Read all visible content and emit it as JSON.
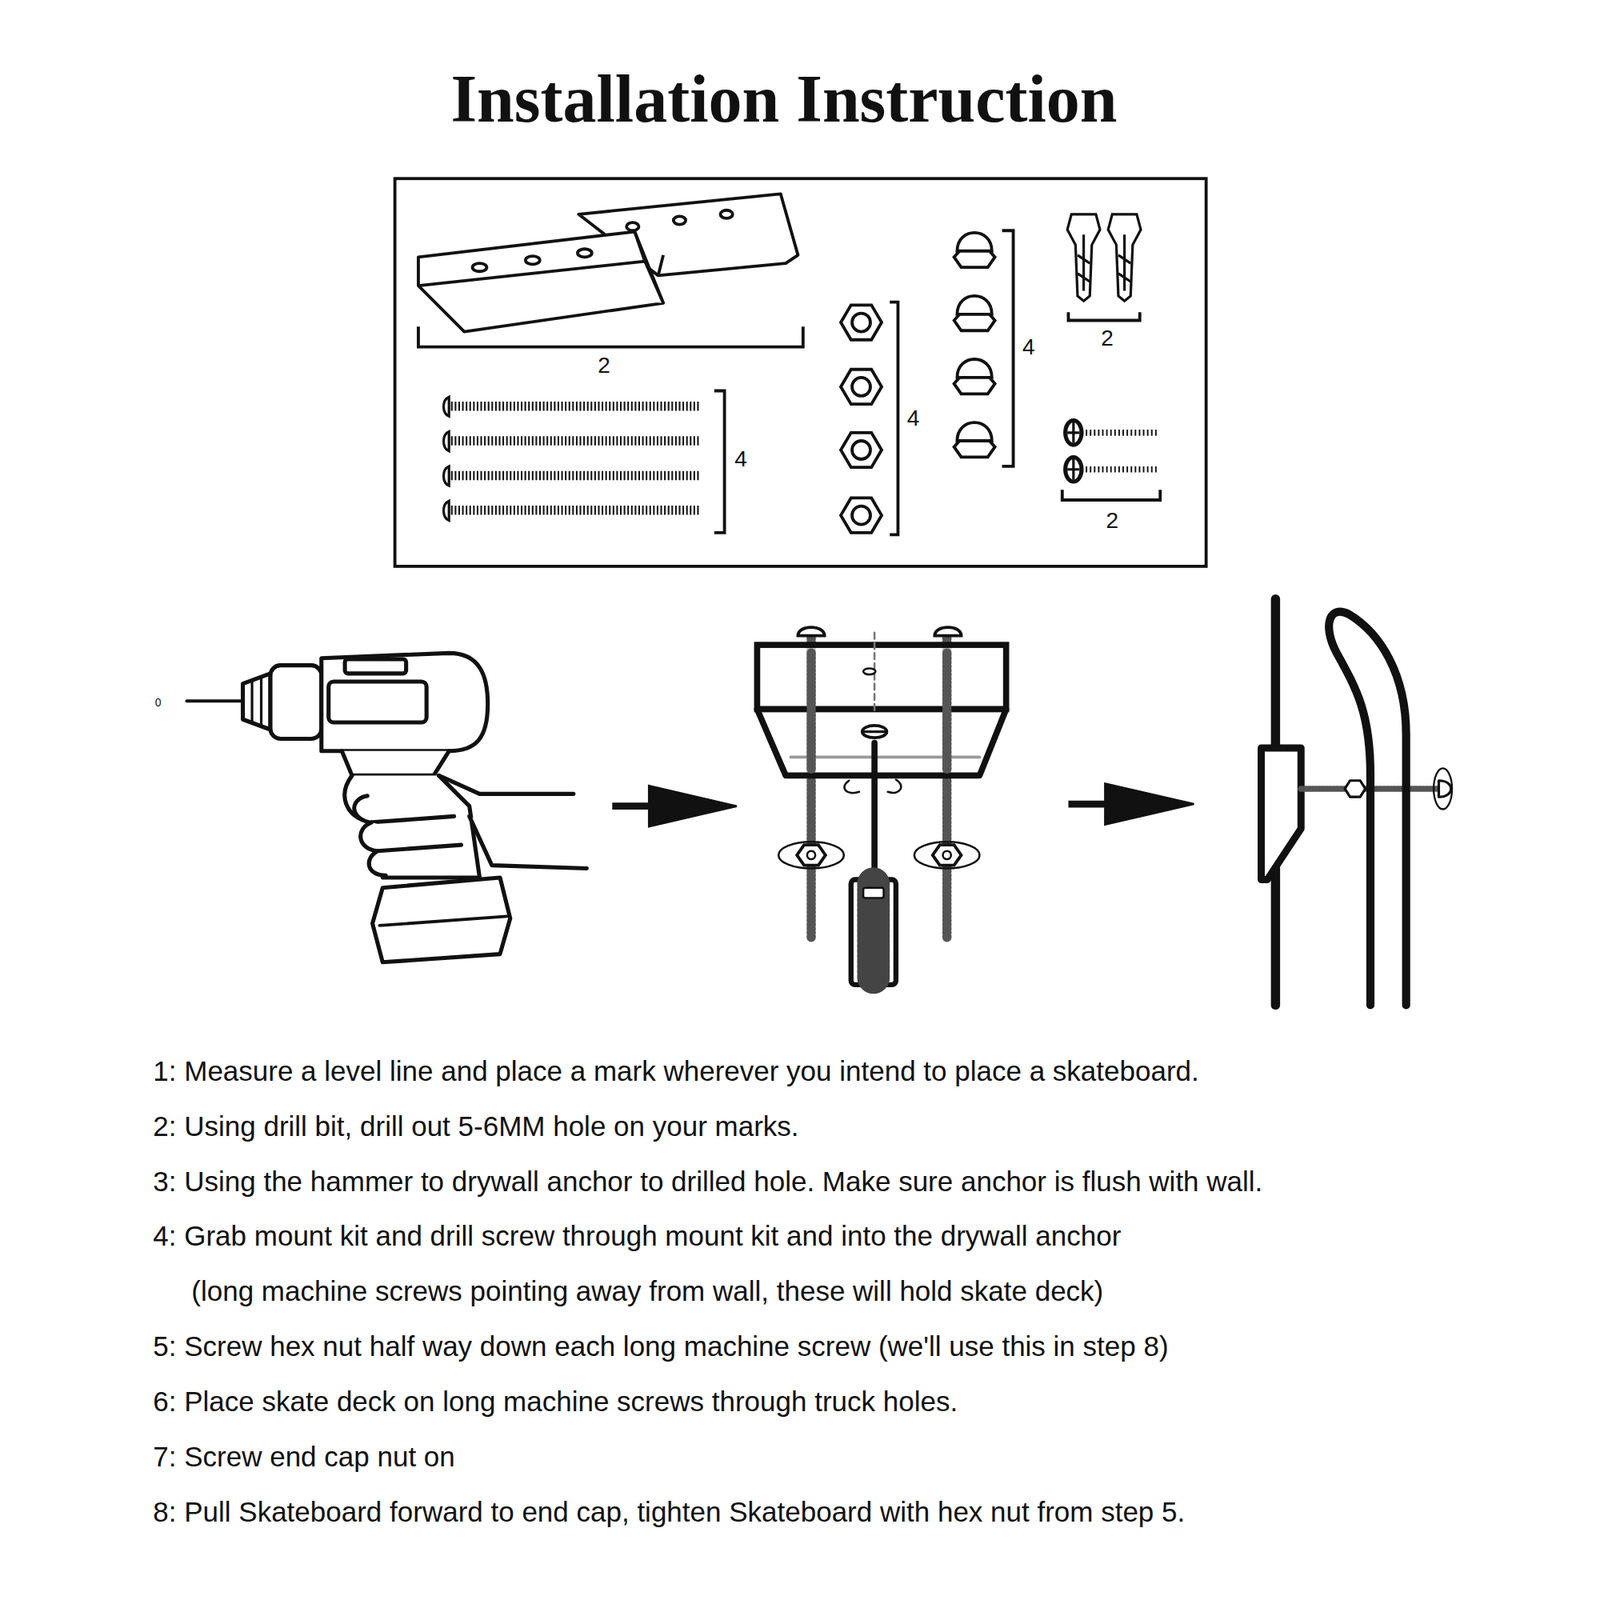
{
  "diagram": {
    "title": "Installation Instruction",
    "labels": [
      "2",
      "4",
      "4",
      "4",
      "2",
      "2",
      "0",
      "1: Measure a level line and place a mark wherever you intend to place a skateboard.",
      "2: Using drill bit, drill out 5-6MM hole on your marks.",
      "3: Using the hammer to drywall anchor to drilled hole. Make sure anchor is flush with wall.",
      "4: Grab mount kit and drill screw through mount kit and into the drywall anchor (long machine screws pointing away from wall, these will hold skate deck)",
      "5: Screw hex nut half way down each long machine screw (we'll use this in step 8)",
      "6: Place skate deck on long machine screws through truck holes.",
      "7: Screw end cap nut on",
      "8: Pull Skateboard forward to end cap, tighten Skateboard with hex nut from step 5."
    ]
  }
}
